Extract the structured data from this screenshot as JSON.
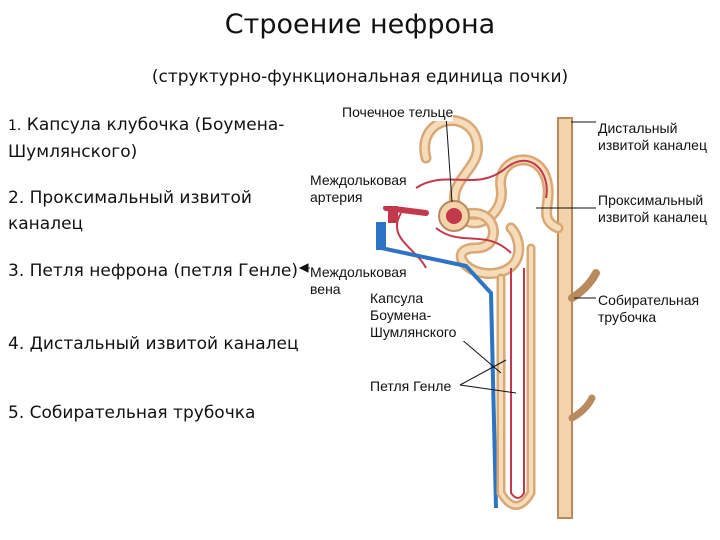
{
  "title": "Строение нефрона",
  "subtitle": "(структурно-функциональная единица почки)",
  "list": [
    {
      "num": "1.",
      "text": "Капсула клубочка (Боумена-Шумлянского)"
    },
    {
      "num": "2.",
      "text": "Проксимальный извитой каналец"
    },
    {
      "num": "3.",
      "text": "Петля нефрона (петля Генле)"
    },
    {
      "num": "4.",
      "text": "Дистальный извитой каналец"
    },
    {
      "num": "5.",
      "text": "Собирательная трубочка"
    }
  ],
  "diagram": {
    "labels": {
      "renal_corpuscle": "Почечное тельце",
      "interlobular_artery": "Междольковая артерия",
      "interlobular_vein": "Междольковая вена",
      "bowman_capsule": "Капсула Боумена-Шумлянского",
      "loop_henle": "Петля Генле",
      "distal_tubule": "Дистальный извитой каналец",
      "proximal_tubule": "Проксимальный извитой каналец",
      "collecting_duct": "Собирательная трубочка"
    },
    "colors": {
      "tubule_fill": "#f3d3aa",
      "tubule_stroke": "#b88a5e",
      "artery": "#c2394b",
      "vein": "#2d74c4",
      "leader": "#111111"
    }
  }
}
